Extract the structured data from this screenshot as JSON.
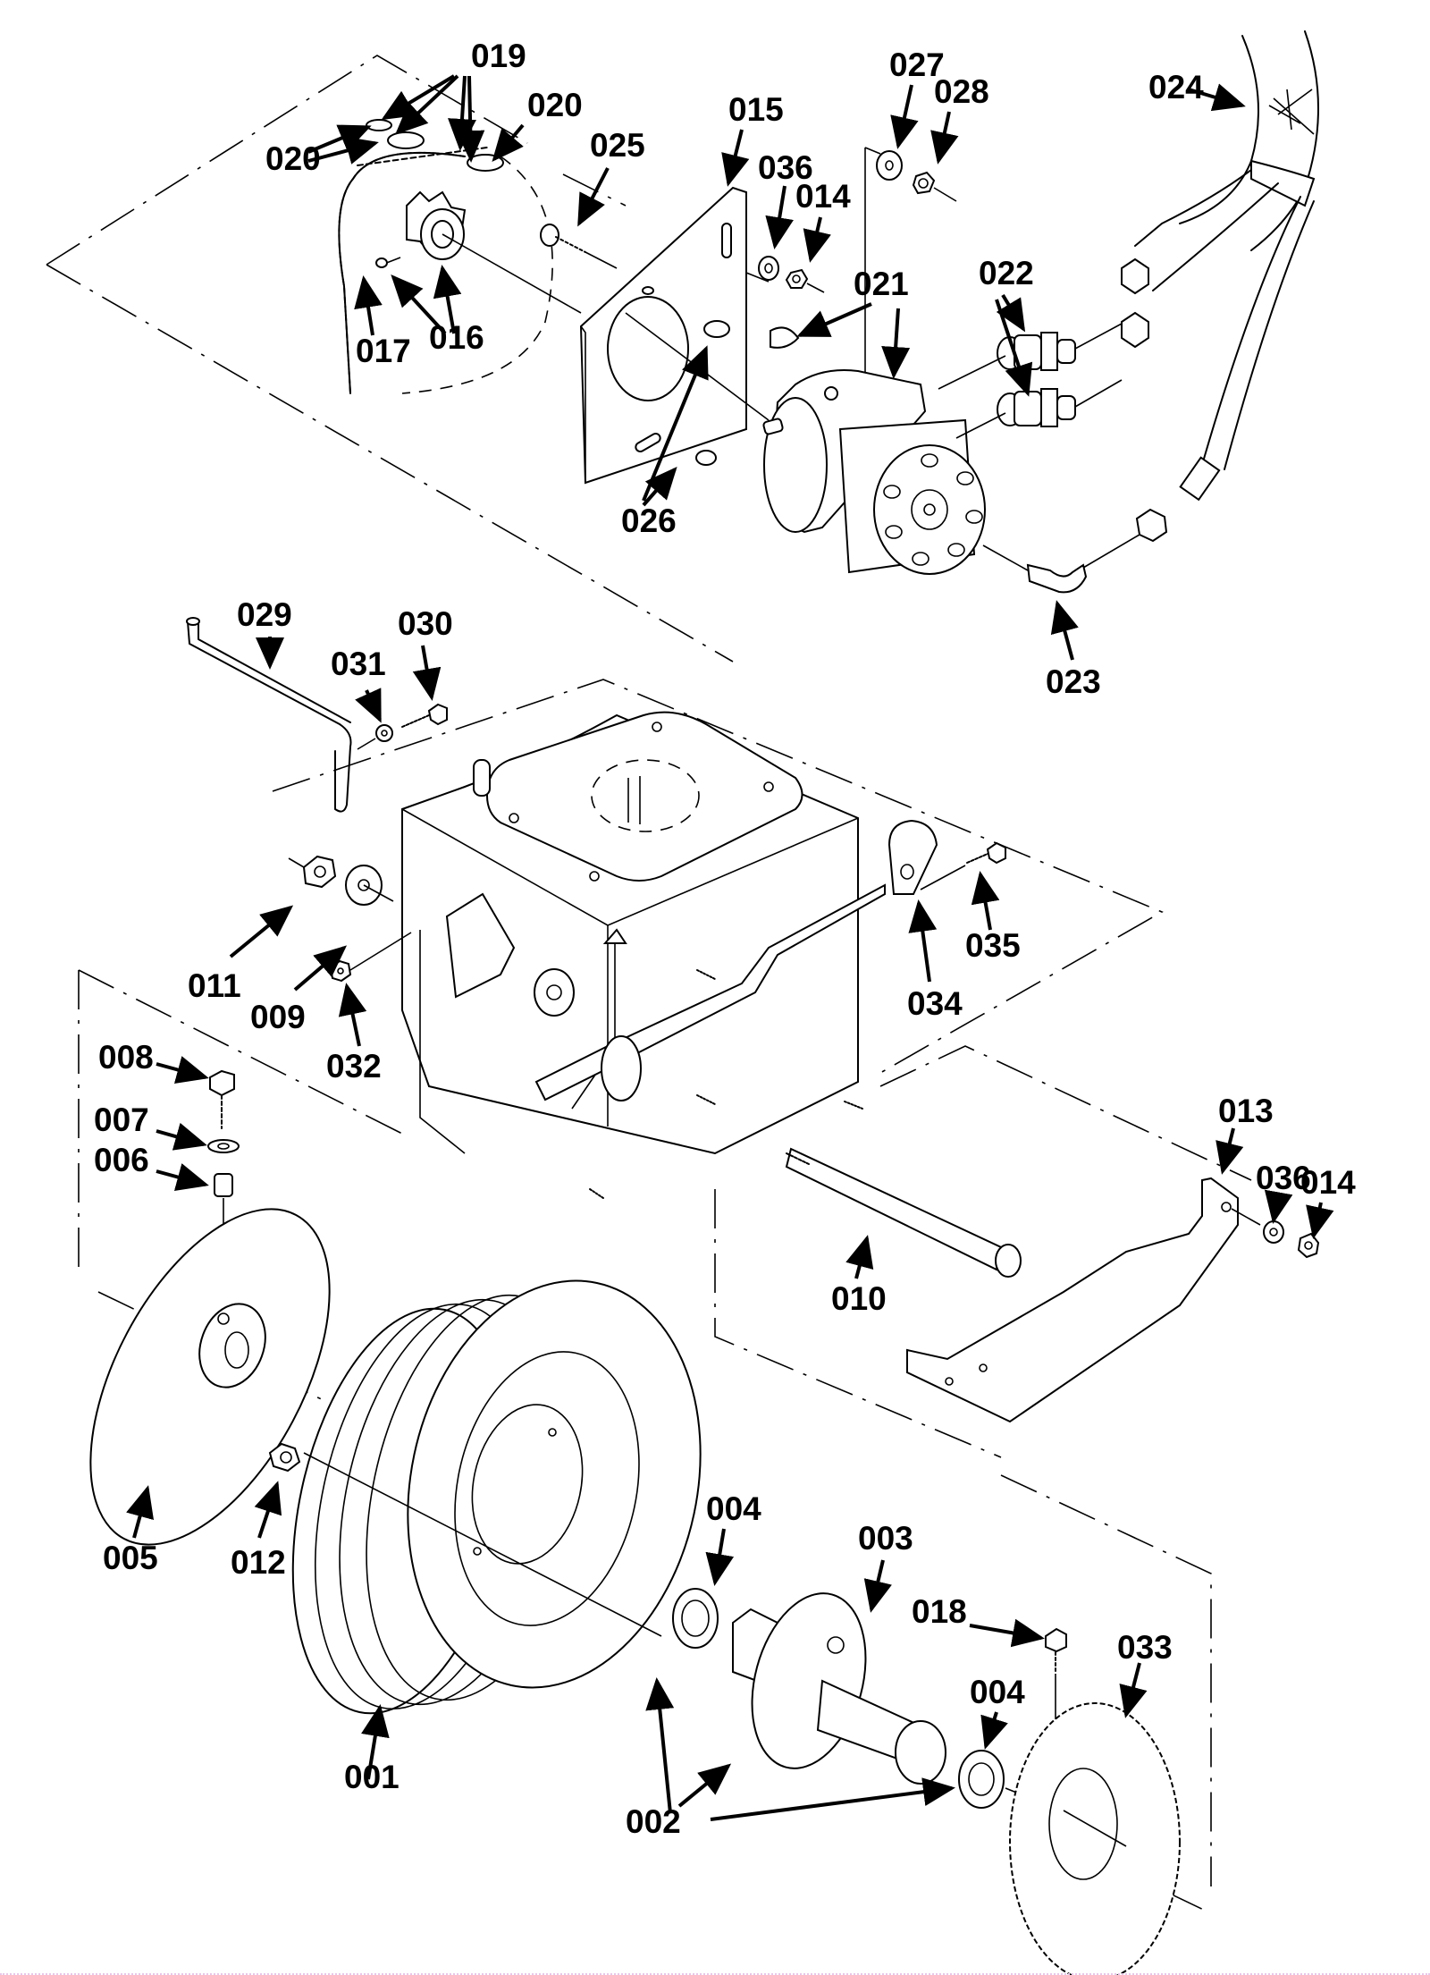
{
  "diagram": {
    "type": "exploded-parts-diagram",
    "subject": "Hydraulic wheel drive assembly",
    "colors": {
      "line": "#000000",
      "background": "#ffffff"
    },
    "parts": [
      {
        "id": "001",
        "component": "tire-wheel"
      },
      {
        "id": "002",
        "component": "bearing-hub-assembly"
      },
      {
        "id": "003",
        "component": "hub"
      },
      {
        "id": "004",
        "component": "bearing"
      },
      {
        "id": "005",
        "component": "disc-plate"
      },
      {
        "id": "006",
        "component": "spacer"
      },
      {
        "id": "007",
        "component": "washer"
      },
      {
        "id": "008",
        "component": "bolt"
      },
      {
        "id": "009",
        "component": "washer"
      },
      {
        "id": "010",
        "component": "axle-shaft"
      },
      {
        "id": "011",
        "component": "nut"
      },
      {
        "id": "012",
        "component": "nut"
      },
      {
        "id": "013",
        "component": "chain-guard"
      },
      {
        "id": "014",
        "component": "nut"
      },
      {
        "id": "015",
        "component": "motor-mount-plate"
      },
      {
        "id": "016",
        "component": "drive-sprocket"
      },
      {
        "id": "017",
        "component": "set-screw"
      },
      {
        "id": "018",
        "component": "bolt"
      },
      {
        "id": "019",
        "component": "chain-link"
      },
      {
        "id": "020",
        "component": "master-link"
      },
      {
        "id": "021",
        "component": "hydraulic-motor-and-key"
      },
      {
        "id": "022",
        "component": "hydraulic-fitting"
      },
      {
        "id": "023",
        "component": "elbow-fitting"
      },
      {
        "id": "024",
        "component": "hydraulic-hose"
      },
      {
        "id": "025",
        "component": "carriage-bolt"
      },
      {
        "id": "026",
        "component": "bushing"
      },
      {
        "id": "027",
        "component": "washer"
      },
      {
        "id": "028",
        "component": "nut"
      },
      {
        "id": "029",
        "component": "rod"
      },
      {
        "id": "030",
        "component": "bolt"
      },
      {
        "id": "031",
        "component": "washer"
      },
      {
        "id": "032",
        "component": "nut"
      },
      {
        "id": "033",
        "component": "driven-sprocket"
      },
      {
        "id": "034",
        "component": "clamp"
      },
      {
        "id": "035",
        "component": "bolt"
      },
      {
        "id": "036",
        "component": "washer"
      }
    ],
    "callouts": [
      {
        "text": "019"
      },
      {
        "text": "020"
      },
      {
        "text": "020"
      },
      {
        "text": "025"
      },
      {
        "text": "015"
      },
      {
        "text": "027"
      },
      {
        "text": "028"
      },
      {
        "text": "024"
      },
      {
        "text": "036"
      },
      {
        "text": "014"
      },
      {
        "text": "021"
      },
      {
        "text": "022"
      },
      {
        "text": "017"
      },
      {
        "text": "016"
      },
      {
        "text": "026"
      },
      {
        "text": "023"
      },
      {
        "text": "029"
      },
      {
        "text": "031"
      },
      {
        "text": "030"
      },
      {
        "text": "011"
      },
      {
        "text": "009"
      },
      {
        "text": "032"
      },
      {
        "text": "035"
      },
      {
        "text": "034"
      },
      {
        "text": "008"
      },
      {
        "text": "007"
      },
      {
        "text": "006"
      },
      {
        "text": "013"
      },
      {
        "text": "036"
      },
      {
        "text": "014"
      },
      {
        "text": "010"
      },
      {
        "text": "005"
      },
      {
        "text": "012"
      },
      {
        "text": "004"
      },
      {
        "text": "003"
      },
      {
        "text": "018"
      },
      {
        "text": "033"
      },
      {
        "text": "004"
      },
      {
        "text": "001"
      },
      {
        "text": "002"
      }
    ]
  }
}
